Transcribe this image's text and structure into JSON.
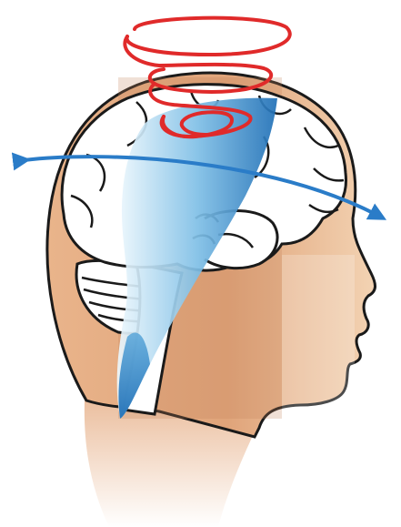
{
  "illustration": {
    "subject": "head-profile-brain-diagram",
    "elements": [
      "head-silhouette",
      "brain",
      "cerebellum",
      "brainstem",
      "rotation-spiral",
      "tilt-arrow",
      "blue-wedge"
    ]
  },
  "colors": {
    "skin_light": "#f2cfae",
    "skin_mid": "#e2a97f",
    "skin_dark": "#c98a62",
    "outline": "#1a1a1a",
    "brain_fill": "#ffffff",
    "spiral": "#e02a2a",
    "arrow": "#2a7cc8",
    "wedge_light": "#d9eef9",
    "wedge_dark": "#1f6fb6"
  }
}
